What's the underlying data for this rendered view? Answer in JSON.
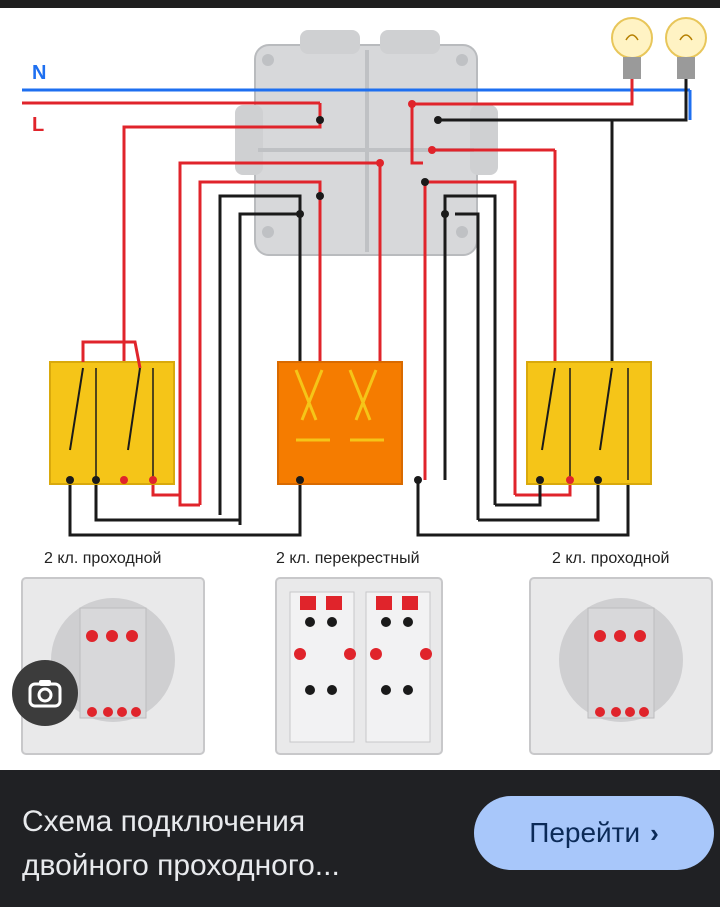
{
  "diagram": {
    "wire_labels": {
      "neutral": "N",
      "line": "L"
    },
    "switch_labels": [
      "2 кл. проходной",
      "2 кл. перекрестный",
      "2 кл. проходной"
    ],
    "colors": {
      "neutral": "#1e6ff0",
      "line": "#e0242b",
      "switch_wire": "#1a1a1a",
      "switch_body": "#f5c518",
      "cross_switch_body": "#f57c00"
    }
  },
  "lens": {
    "icon": "camera-lens-icon"
  },
  "result": {
    "caption_line1": "Схема подключения",
    "caption_line2": "двойного проходного...",
    "go_label": "Перейти",
    "go_icon": "chevron-right-icon"
  }
}
